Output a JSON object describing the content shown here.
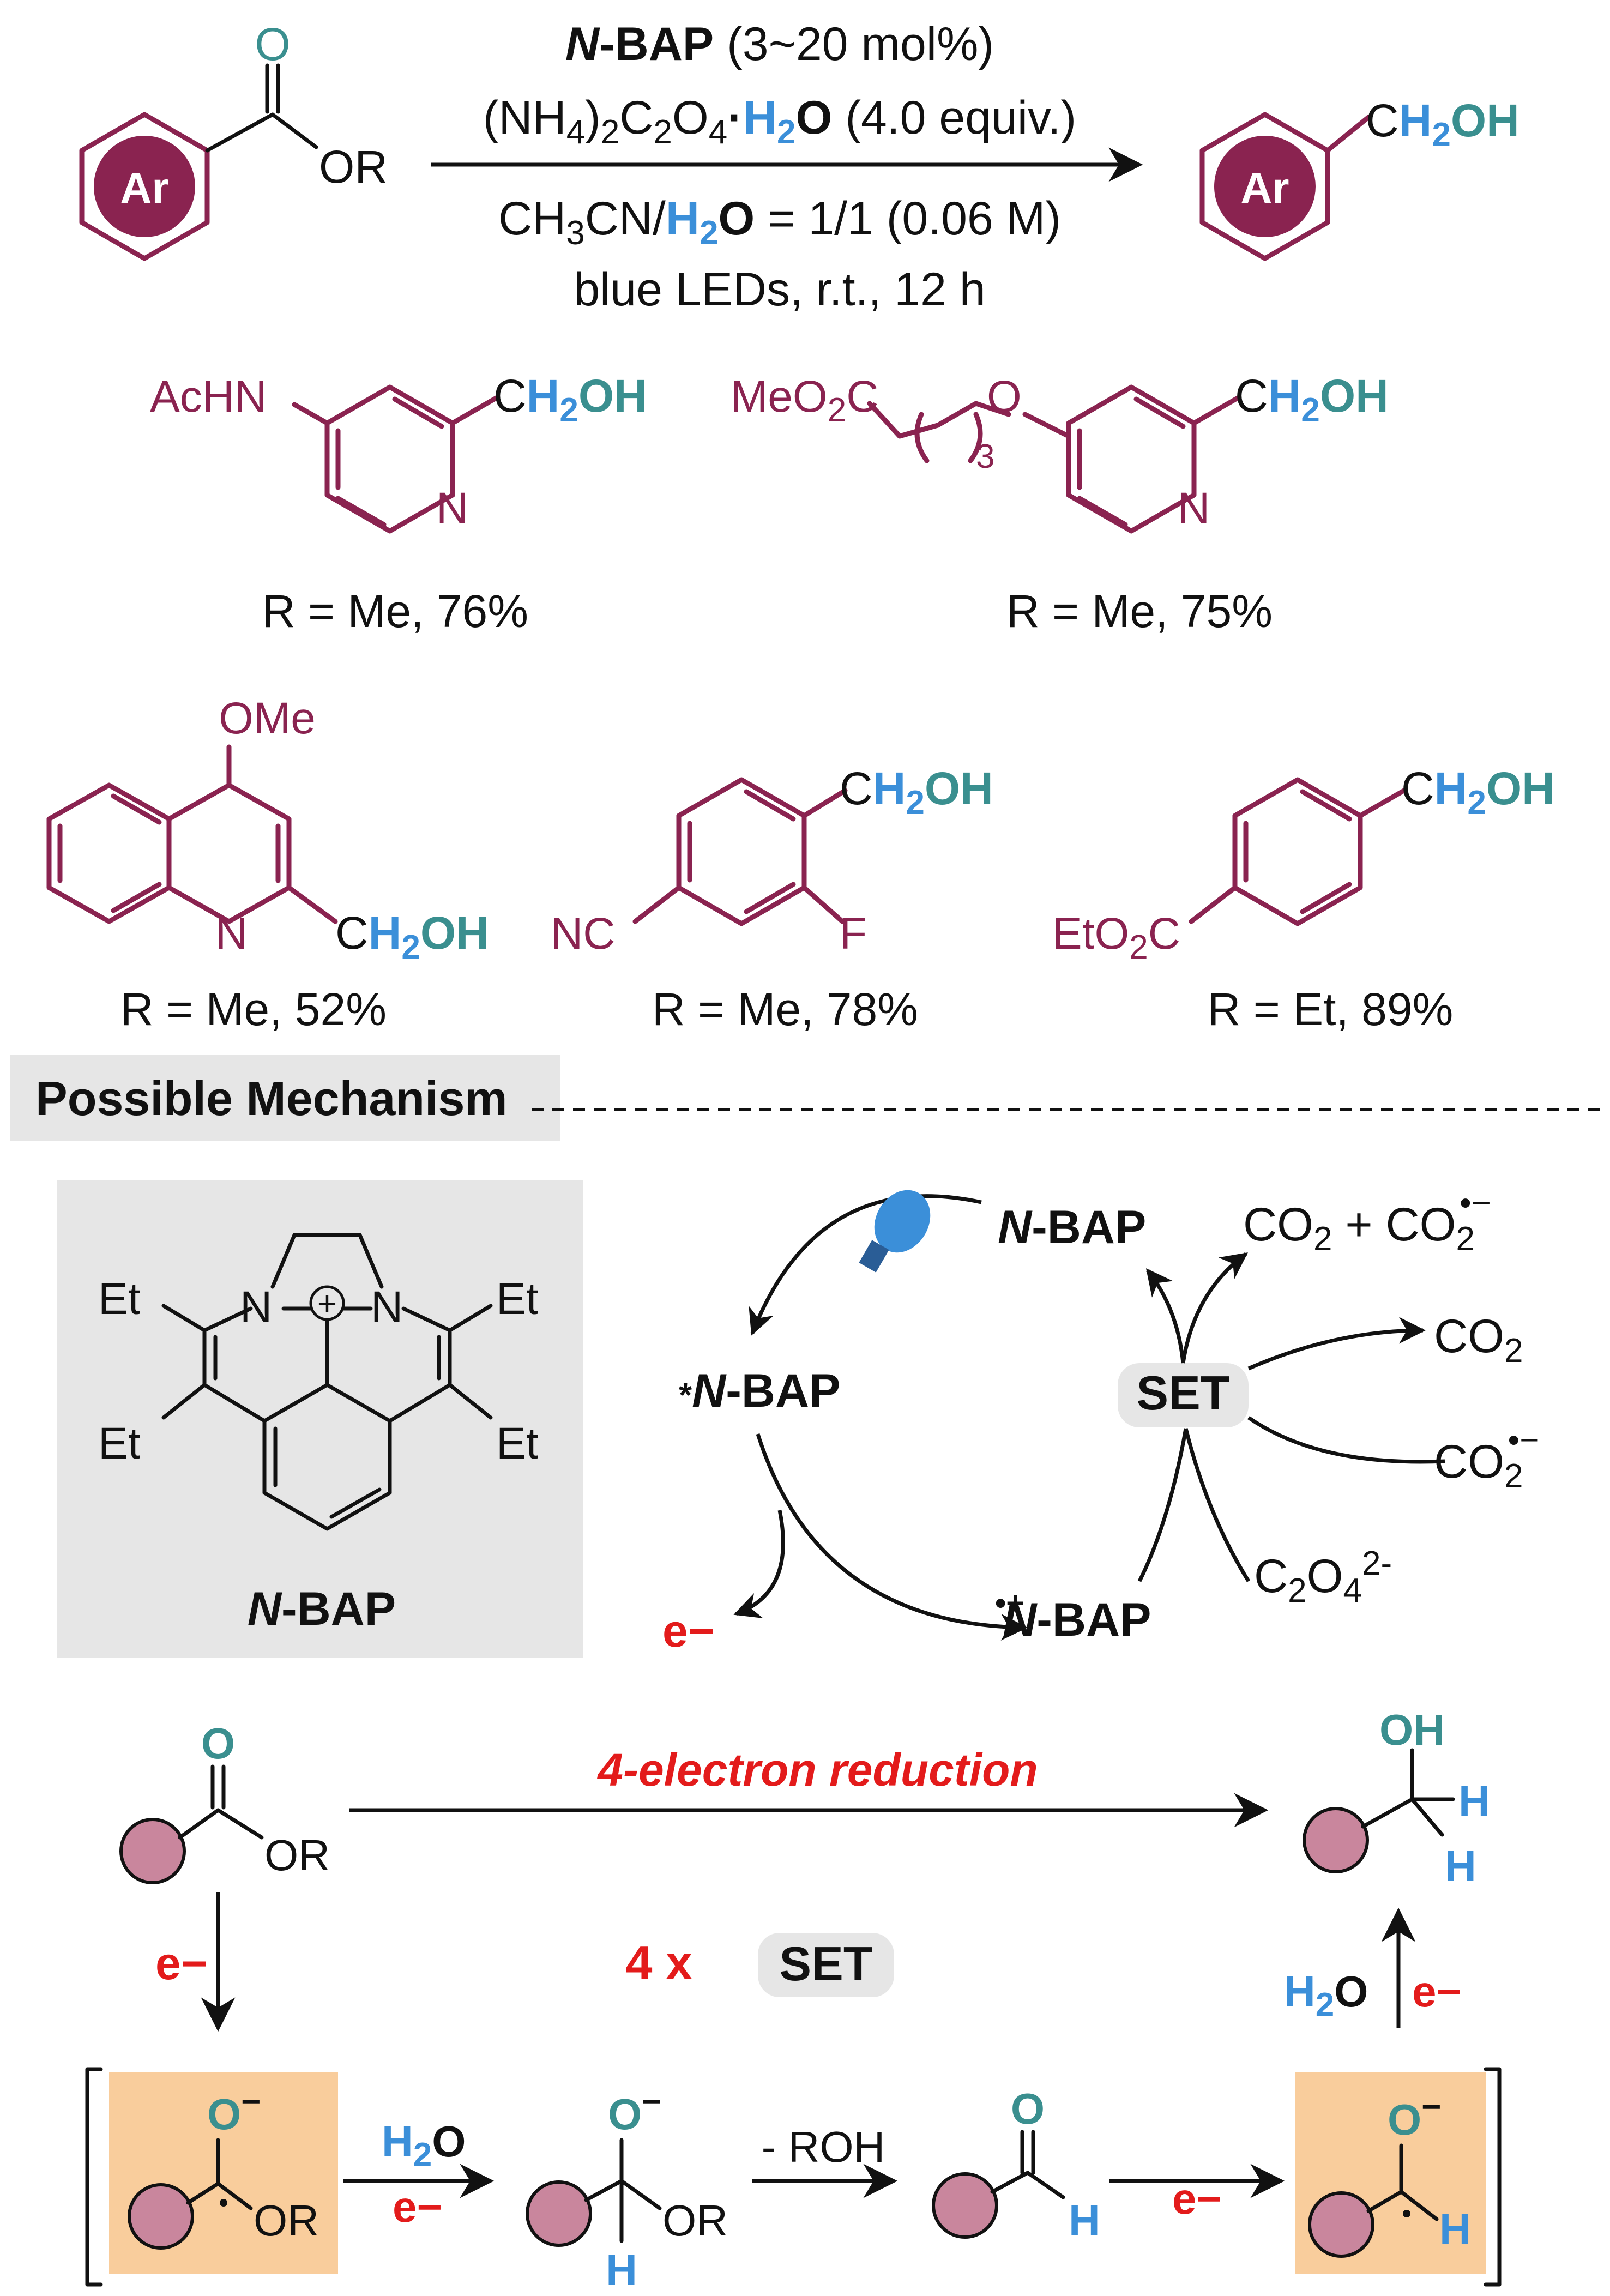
{
  "reaction": {
    "catalyst_name": "N",
    "catalyst_suffix": "-BAP",
    "catalyst_loading": "(3~20 mol%)",
    "reagent": "(NH4)2C2O4·H2O (4.0 equiv.)",
    "solvent": "CH3CN/H2O = 1/1 (0.06 M)",
    "light_conditions": "blue LEDs, r.t., 12 h",
    "substrate_label": "Ar",
    "substrate_ester_O": "O",
    "substrate_ester_group": "OR",
    "product_label": "Ar",
    "product_group": "CH2OH"
  },
  "scope": [
    {
      "substituent": "AcHN",
      "heteroatom": "N",
      "group": "CH2OH",
      "result": "R = Me, 76%"
    },
    {
      "substituent": "MeO2C",
      "linker_O": "O",
      "linker_count": "3",
      "heteroatom": "N",
      "group": "CH2OH",
      "result": "R = Me, 75%"
    },
    {
      "substituent": "OMe",
      "heteroatom": "N",
      "group": "CH2OH",
      "result": "R = Me, 52%"
    },
    {
      "substituent": "NC",
      "substituent2": "F",
      "group": "CH2OH",
      "result": "R = Me, 78%"
    },
    {
      "substituent": "EtO2C",
      "group": "CH2OH",
      "result": "R = Et, 89%"
    }
  ],
  "mechanism": {
    "header": "Possible Mechanism",
    "catalyst_box": {
      "substituents": [
        "Et",
        "Et",
        "Et",
        "Et"
      ],
      "nitrogens": [
        "N",
        "N"
      ],
      "charge": "+",
      "name_italic": "N",
      "name_rest": "-BAP"
    },
    "cycle": {
      "excited": "*N-BAP",
      "ground": "N-BAP",
      "radical_cation": "•+N-BAP",
      "set_badge": "SET",
      "electron": "e−",
      "oxalate": "C2O4 2-",
      "co2_pair": "CO2 + CO2•−",
      "co2": "CO2",
      "co2_radical": "CO2•−"
    },
    "reduction": {
      "title": "4-electron reduction",
      "set_count": "4 x",
      "set_badge": "SET",
      "start_O": "O",
      "start_OR": "OR",
      "electron": "e−",
      "water": "H2O",
      "product_OH": "OH",
      "product_H": "H",
      "step_loss": "- ROH",
      "ketyl_O": "O−",
      "H": "H"
    }
  },
  "colors": {
    "wine": "#8a2350",
    "teal": "#3a8f8f",
    "blue": "#3b8fd9",
    "red": "#e31b1b",
    "pink": "#c9869d",
    "peach": "#f9cd9c",
    "gray_box": "#e6e6e6"
  }
}
